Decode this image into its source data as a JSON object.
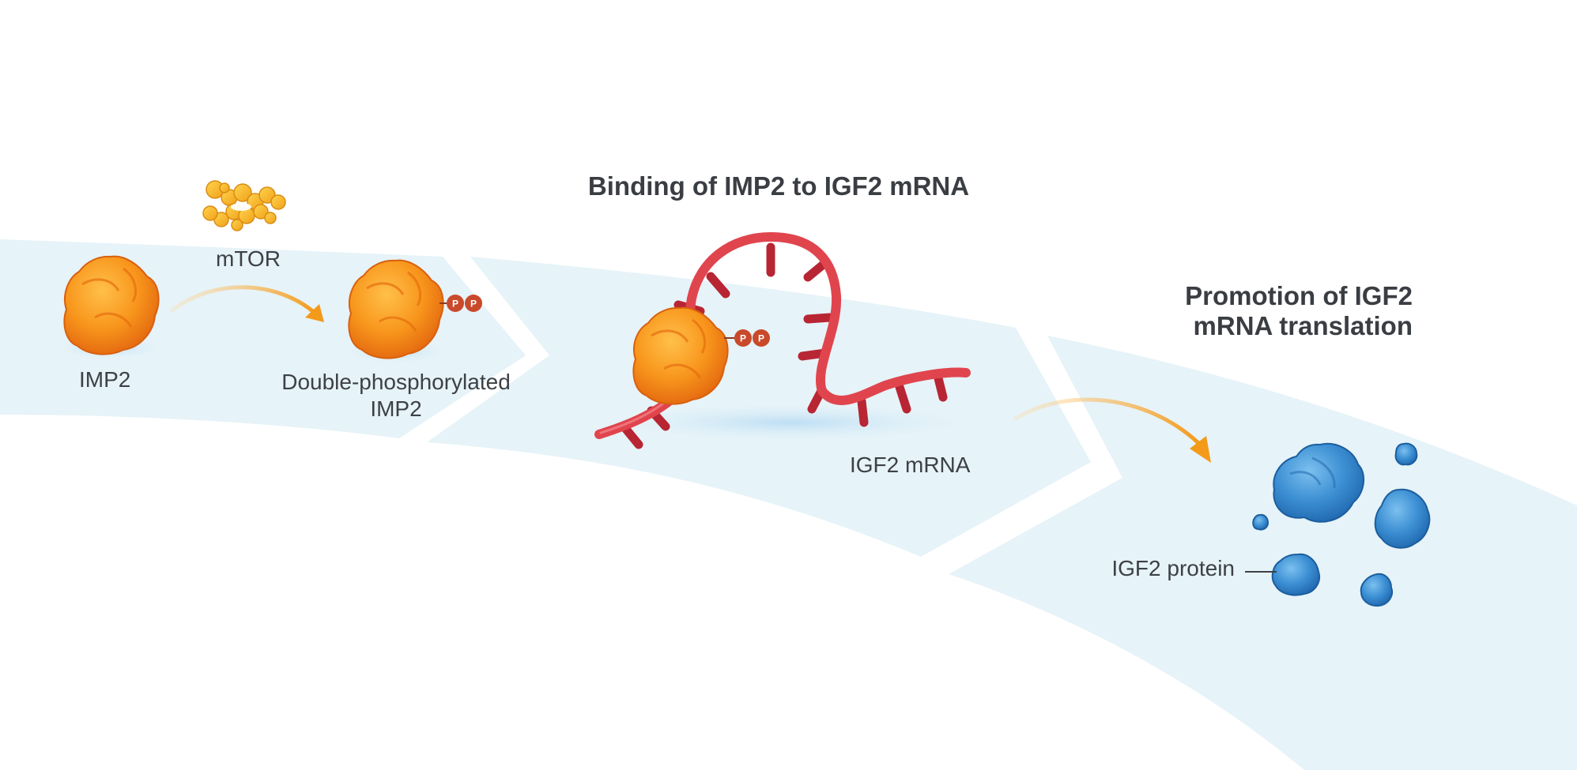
{
  "titles": {
    "binding": "Binding of IMP2 to IGF2 mRNA",
    "promotion_line1": "Promotion of IGF2",
    "promotion_line2": "mRNA translation"
  },
  "labels": {
    "mtor": "mTOR",
    "imp2": "IMP2",
    "double_phos_line1": "Double-phosphorylated",
    "double_phos_line2": "IMP2",
    "igf2_mrna": "IGF2 mRNA",
    "igf2_protein": "IGF2 protein",
    "phosphate": "P"
  },
  "colors": {
    "band": "#e6f3f8",
    "imp2_orange": "#f39a1a",
    "phosphate": "#c9492b",
    "mrna": "#e0454e",
    "mrna_stub": "#b82533",
    "mtor_yellow": "#f5b321",
    "protein_blue": "#3d8fd1",
    "arrow": "#f39a1a",
    "text": "#3d4147"
  }
}
